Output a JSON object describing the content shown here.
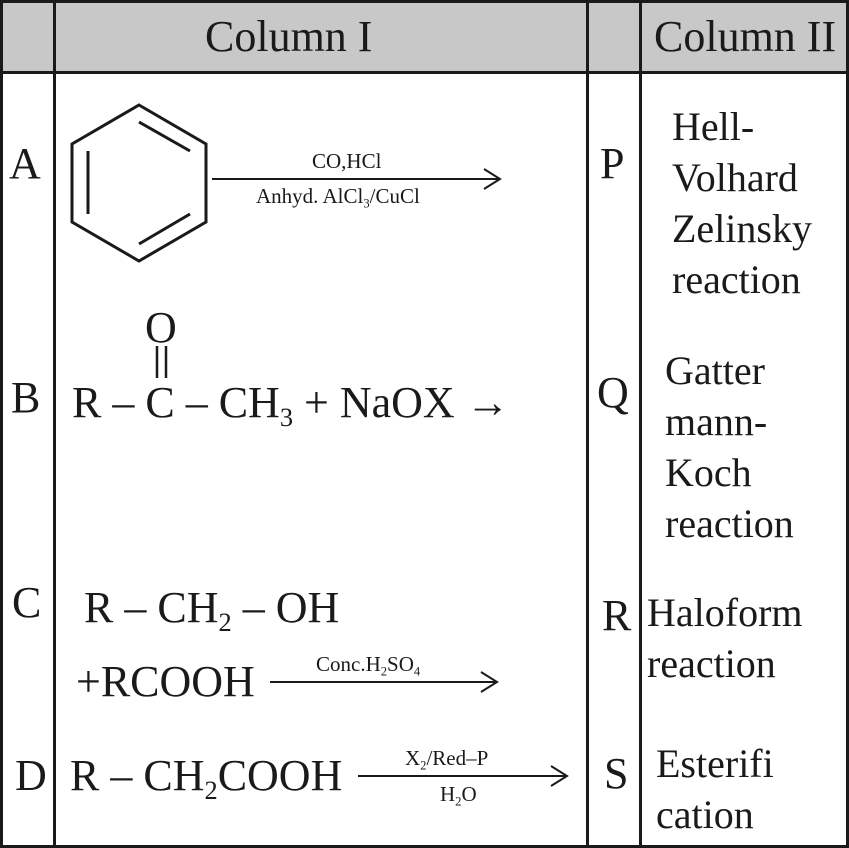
{
  "headers": {
    "col1": "Column I",
    "col2": "Column II"
  },
  "rows": [
    {
      "letter": "A",
      "reagent_top": "CO,HCl",
      "reagent_bottom_pre": "Anhyd. AlCl",
      "reagent_bottom_sub": "3",
      "reagent_bottom_post": "/CuCl",
      "match_letter": "P",
      "match_text": "Hell-Volhard Zelinsky reaction"
    },
    {
      "letter": "B",
      "carbonyl_o": "O",
      "eq_pre": "R – C – CH",
      "eq_sub": "3",
      "eq_post": " + NaOX →",
      "match_letter": "Q",
      "match_text": "Gatter mann-Koch reaction"
    },
    {
      "letter": "C",
      "line1_pre": "R – CH",
      "line1_sub": "2",
      "line1_post": " – OH",
      "line2": "+RCOOH",
      "reagent_pre": "Conc.H",
      "reagent_sub1": "2",
      "reagent_mid": "SO",
      "reagent_sub2": "4",
      "match_letter": "R",
      "match_text": "Haloform reaction"
    },
    {
      "letter": "D",
      "eq_pre": "R – CH",
      "eq_sub": "2",
      "eq_post": "COOH",
      "reagent_top_pre": "X",
      "reagent_top_sub": "2",
      "reagent_top_post": "/Red–P",
      "reagent_bottom_pre": "H",
      "reagent_bottom_sub": "2",
      "reagent_bottom_post": "O",
      "match_letter": "S",
      "match_text": "Esterifi cation"
    }
  ]
}
